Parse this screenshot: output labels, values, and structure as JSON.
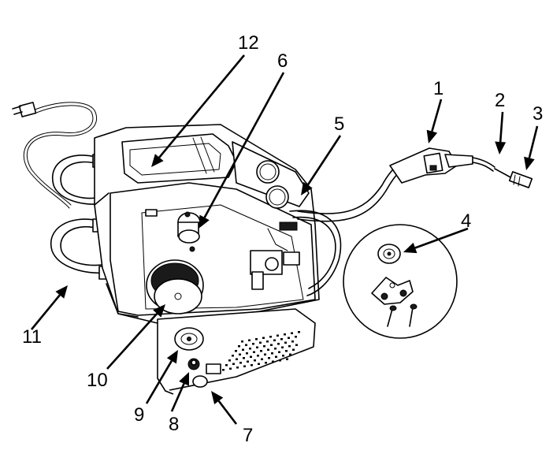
{
  "diagram": {
    "type": "exploded-parts-diagram",
    "callouts": [
      {
        "id": "callout-1",
        "label": "1"
      },
      {
        "id": "callout-2",
        "label": "2"
      },
      {
        "id": "callout-3",
        "label": "3"
      },
      {
        "id": "callout-4",
        "label": "4"
      },
      {
        "id": "callout-5",
        "label": "5"
      },
      {
        "id": "callout-6",
        "label": "6"
      },
      {
        "id": "callout-7",
        "label": "7"
      },
      {
        "id": "callout-8",
        "label": "8"
      },
      {
        "id": "callout-9",
        "label": "9"
      },
      {
        "id": "callout-10",
        "label": "10"
      },
      {
        "id": "callout-11",
        "label": "11"
      },
      {
        "id": "callout-12",
        "label": "12"
      }
    ],
    "colors": {
      "line": "#000000",
      "background": "#ffffff",
      "fill": "#ffffff"
    }
  }
}
